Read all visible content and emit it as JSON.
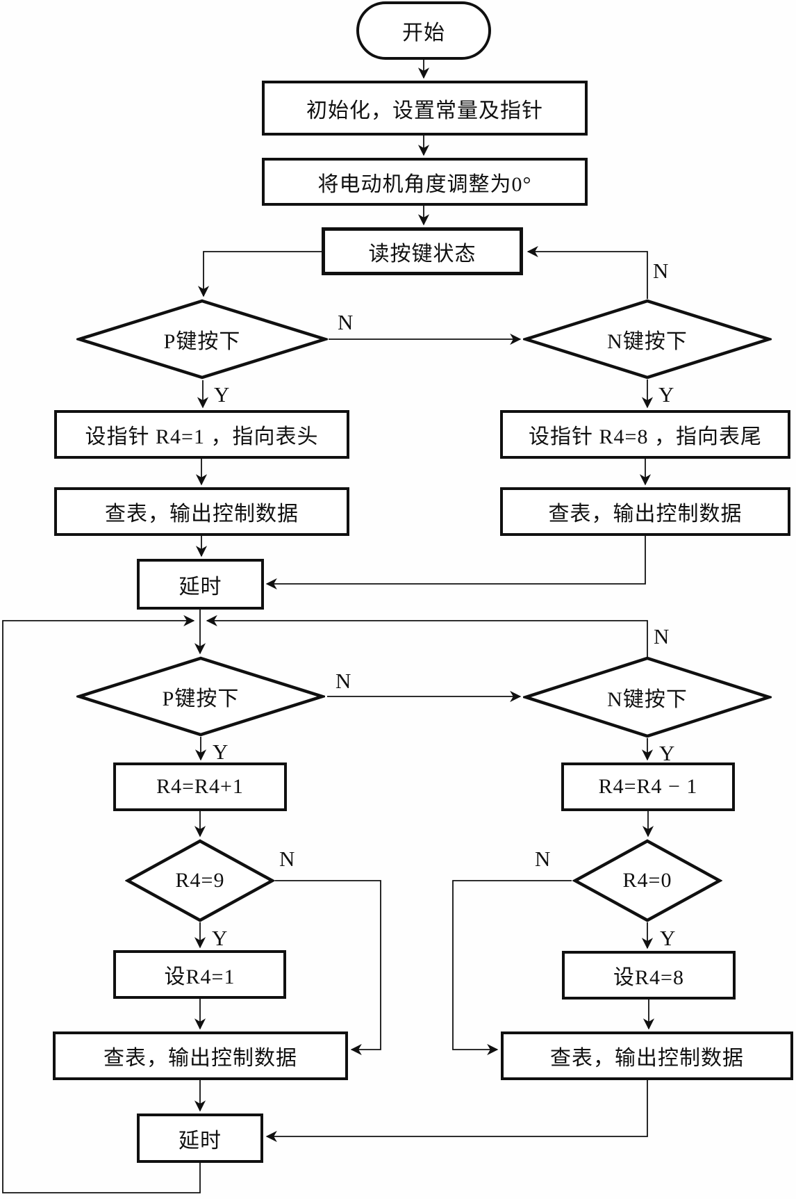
{
  "diagram": {
    "type": "flowchart",
    "language": "zh-CN",
    "nodes": {
      "start": "开始",
      "init": "初始化，设置常量及指针",
      "adjust_angle": "将电动机角度调整为0°",
      "read_keys": "读按键状态",
      "p_pressed_1": "P键按下",
      "n_pressed_1": "N键按下",
      "set_ptr_head": "设指针 R4=1 ，指向表头",
      "set_ptr_tail": "设指针 R4=8 ，指向表尾",
      "lookup_1L": "查表，输出控制数据",
      "lookup_1R": "查表，输出控制数据",
      "delay_1": "延时",
      "p_pressed_2": "P键按下",
      "n_pressed_2": "N键按下",
      "incr_r4": "R4=R4+1",
      "decr_r4": "R4=R4 − 1",
      "r4_eq_9": "R4=9",
      "r4_eq_0": "R4=0",
      "set_r4_1": "设R4=1",
      "set_r4_8": "设R4=8",
      "lookup_2L": "查表，输出控制数据",
      "lookup_2R": "查表，输出控制数据",
      "delay_2": "延时"
    },
    "branch": {
      "yes": "Y",
      "no": "N"
    },
    "edges": [
      {
        "from": "start",
        "to": "init"
      },
      {
        "from": "init",
        "to": "adjust_angle"
      },
      {
        "from": "adjust_angle",
        "to": "read_keys"
      },
      {
        "from": "read_keys",
        "to": "p_pressed_1"
      },
      {
        "from": "p_pressed_1",
        "to": "n_pressed_1",
        "label": "N"
      },
      {
        "from": "n_pressed_1",
        "to": "read_keys",
        "label": "N"
      },
      {
        "from": "p_pressed_1",
        "to": "set_ptr_head",
        "label": "Y"
      },
      {
        "from": "n_pressed_1",
        "to": "set_ptr_tail",
        "label": "Y"
      },
      {
        "from": "set_ptr_head",
        "to": "lookup_1L"
      },
      {
        "from": "set_ptr_tail",
        "to": "lookup_1R"
      },
      {
        "from": "lookup_1L",
        "to": "delay_1"
      },
      {
        "from": "lookup_1R",
        "to": "delay_1"
      },
      {
        "from": "delay_1",
        "to": "p_pressed_2"
      },
      {
        "from": "p_pressed_2",
        "to": "n_pressed_2",
        "label": "N"
      },
      {
        "from": "n_pressed_2",
        "to": "p_pressed_2",
        "label": "N"
      },
      {
        "from": "p_pressed_2",
        "to": "incr_r4",
        "label": "Y"
      },
      {
        "from": "n_pressed_2",
        "to": "decr_r4",
        "label": "Y"
      },
      {
        "from": "incr_r4",
        "to": "r4_eq_9"
      },
      {
        "from": "decr_r4",
        "to": "r4_eq_0"
      },
      {
        "from": "r4_eq_9",
        "to": "set_r4_1",
        "label": "Y"
      },
      {
        "from": "r4_eq_9",
        "to": "lookup_2L",
        "label": "N"
      },
      {
        "from": "r4_eq_0",
        "to": "set_r4_8",
        "label": "Y"
      },
      {
        "from": "r4_eq_0",
        "to": "lookup_2R",
        "label": "N"
      },
      {
        "from": "set_r4_1",
        "to": "lookup_2L"
      },
      {
        "from": "set_r4_8",
        "to": "lookup_2R"
      },
      {
        "from": "lookup_2L",
        "to": "delay_2"
      },
      {
        "from": "lookup_2R",
        "to": "delay_2"
      },
      {
        "from": "delay_2",
        "to": "p_pressed_2"
      }
    ]
  }
}
